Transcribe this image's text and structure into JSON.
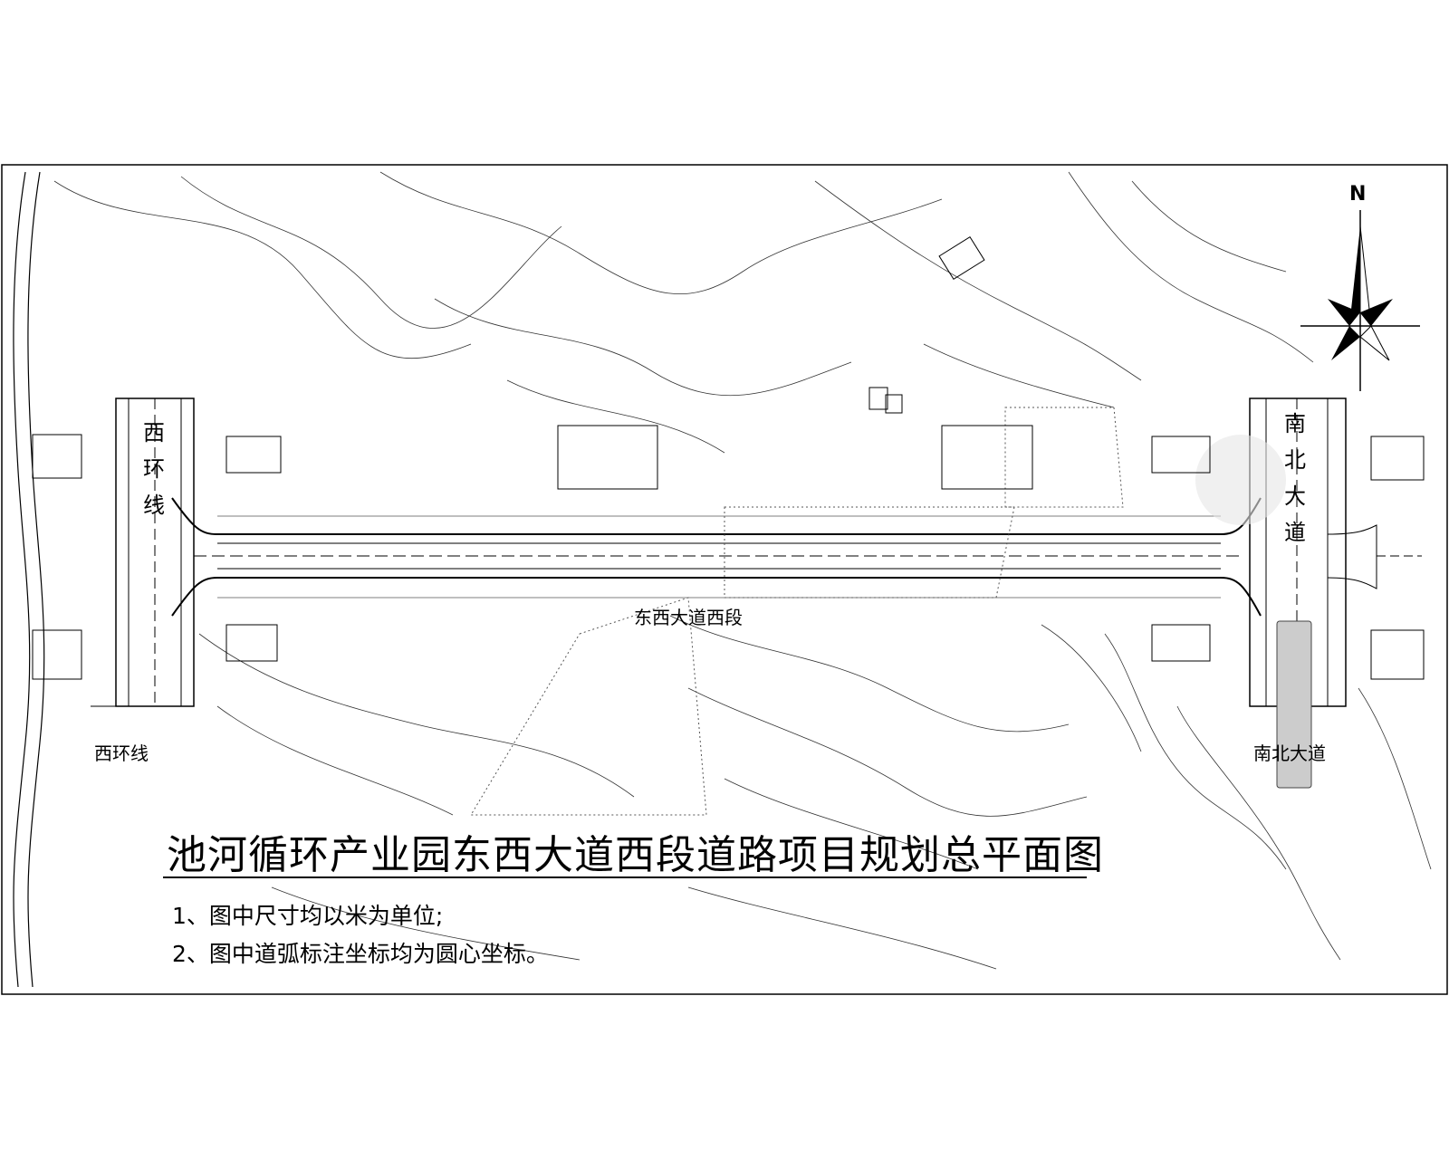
{
  "title": "池河循环产业园东西大道西段道路项目规划总平面图",
  "notes": [
    "1、图中尺寸均以米为单位;",
    "2、图中道弧标注坐标均为圆心坐标。"
  ],
  "road_labels": {
    "main_road": "东西大道西段",
    "west_ring": "西环线",
    "west_ring_vertical": "西环线",
    "south_north": "南北大道",
    "south_north_vertical": "南北大道"
  },
  "north_arrow": {
    "label": "N",
    "icon": "north-arrow-icon"
  },
  "colors": {
    "line": "#000000",
    "background": "#ffffff",
    "highlight": "#c8c8c8"
  }
}
